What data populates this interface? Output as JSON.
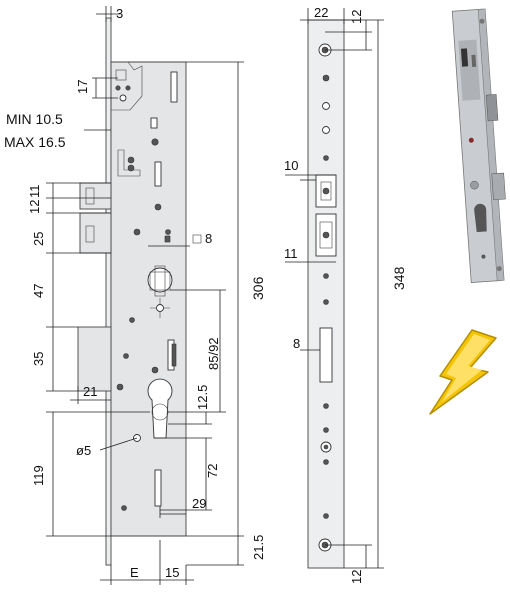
{
  "labels": {
    "top_3": "3",
    "d17": "17",
    "min": "MIN 10.5",
    "max": "MAX 16.5",
    "d11": "11",
    "d12": "12",
    "d25": "25",
    "d47": "47",
    "d35": "35",
    "d21": "21",
    "d119": "119",
    "d8": "8",
    "d306": "306",
    "d85_92": "85/92",
    "d12_5": "12.5",
    "d5": "ø5",
    "d72": "72",
    "d29": "29",
    "d21_5": "21.5",
    "E": "E",
    "d15": "15",
    "f22": "22",
    "f12_top": "12",
    "f10": "10",
    "f11": "11",
    "f8": "8",
    "f348": "348",
    "f12_bottom": "12"
  },
  "colors": {
    "plate": "#e4e5e7",
    "line": "#222222",
    "bolt_yellow": "#f5c400",
    "bolt_edge": "#b38e00"
  },
  "icons": {
    "lightning": "lightning-bolt-icon"
  }
}
